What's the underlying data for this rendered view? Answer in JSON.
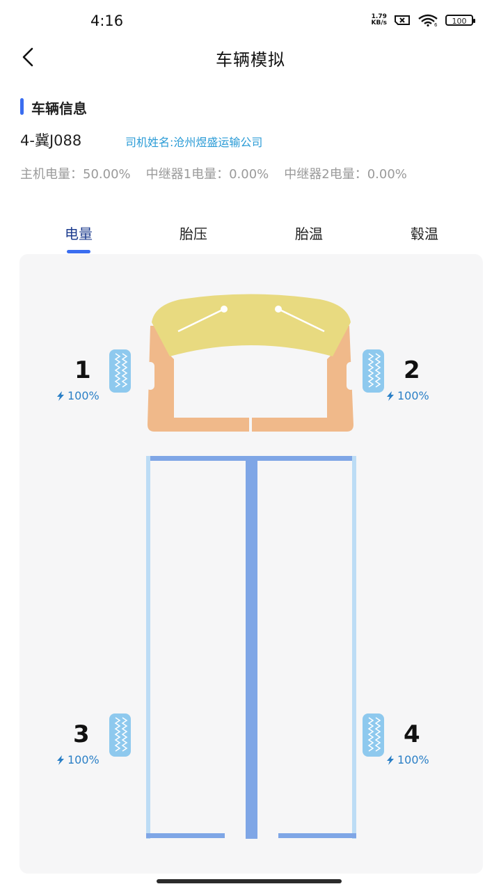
{
  "status_bar": {
    "time": "4:16",
    "net_speed_value": "1.79",
    "net_speed_unit": "KB/s",
    "battery": "100",
    "wifi_label": "6"
  },
  "header": {
    "title": "车辆模拟",
    "back_icon": "chevron-left-icon"
  },
  "info": {
    "section_title": "车辆信息",
    "plate": "4-冀J088",
    "driver": "司机姓名:沧州煜盛运输公司",
    "host_power": "主机电量：50.00%",
    "relay1_power": "中继器1电量：0.00%",
    "relay2_power": "中继器2电量：0.00%"
  },
  "tabs": [
    {
      "label": "电量",
      "active": true
    },
    {
      "label": "胎压",
      "active": false
    },
    {
      "label": "胎温",
      "active": false
    },
    {
      "label": "毂温",
      "active": false
    }
  ],
  "tires": [
    {
      "num": "1",
      "value": "100%"
    },
    {
      "num": "2",
      "value": "100%"
    },
    {
      "num": "3",
      "value": "100%"
    },
    {
      "num": "4",
      "value": "100%"
    }
  ],
  "colors": {
    "accent": "#3a6df0",
    "cab_body": "#f0b98a",
    "windshield": "#e8da80",
    "trailer_frame": "#7fa6e6",
    "tire": "#8ec9ee",
    "value_text": "#2a7fc6"
  }
}
